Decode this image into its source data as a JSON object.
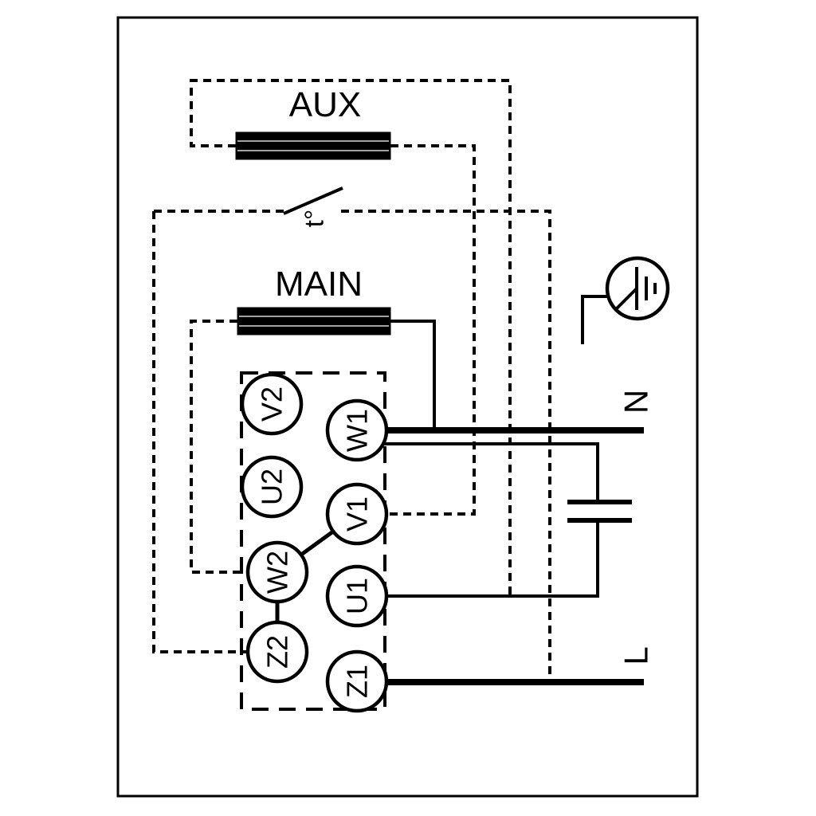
{
  "colors": {
    "line": "#000000",
    "background": "#ffffff",
    "terminal_fill": "#ffffff"
  },
  "diagram": {
    "aux_winding_label": "AUX",
    "main_winding_label": "MAIN",
    "thermal_switch_label": "t°",
    "neutral_label": "N",
    "line_label": "L",
    "icons": {
      "ground": "protective-earth-icon",
      "capacitor": "capacitor-icon",
      "thermal_switch": "thermal-switch-icon"
    },
    "terminals": {
      "left": [
        {
          "label": "V2"
        },
        {
          "label": "U2"
        },
        {
          "label": "W2"
        },
        {
          "label": "Z2"
        }
      ],
      "right": [
        {
          "label": "W1"
        },
        {
          "label": "V1"
        },
        {
          "label": "U1"
        },
        {
          "label": "Z1"
        }
      ]
    }
  }
}
